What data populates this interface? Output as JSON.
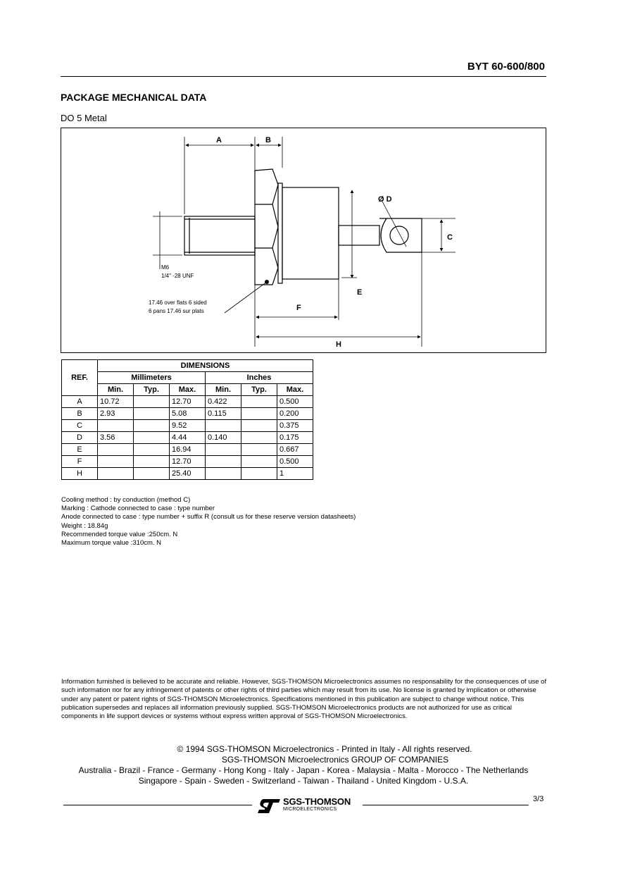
{
  "header": {
    "part_number": "BYT 60-600/800"
  },
  "section": {
    "title": "PACKAGE MECHANICAL DATA",
    "package": "DO 5 Metal"
  },
  "drawing": {
    "dim_a": "A",
    "dim_b": "B",
    "dim_c": "C",
    "dim_d": "Ø D",
    "dim_e": "E",
    "dim_f": "F",
    "dim_h": "H",
    "thread_1": "M6",
    "thread_2": "1/4\" -28 UNF",
    "flats_1": "17.46 over flats 6 sided",
    "flats_2": "6 pans 17.46 sur plats"
  },
  "table": {
    "ref_header": "REF.",
    "dimensions_header": "DIMENSIONS",
    "mm_header": "Millimeters",
    "in_header": "Inches",
    "min": "Min.",
    "typ": "Typ.",
    "max": "Max.",
    "rows": [
      {
        "ref": "A",
        "mm_min": "10.72",
        "mm_typ": "",
        "mm_max": "12.70",
        "in_min": "0.422",
        "in_typ": "",
        "in_max": "0.500"
      },
      {
        "ref": "B",
        "mm_min": "2.93",
        "mm_typ": "",
        "mm_max": "5.08",
        "in_min": "0.115",
        "in_typ": "",
        "in_max": "0.200"
      },
      {
        "ref": "C",
        "mm_min": "",
        "mm_typ": "",
        "mm_max": "9.52",
        "in_min": "",
        "in_typ": "",
        "in_max": "0.375"
      },
      {
        "ref": "D",
        "mm_min": "3.56",
        "mm_typ": "",
        "mm_max": "4.44",
        "in_min": "0.140",
        "in_typ": "",
        "in_max": "0.175"
      },
      {
        "ref": "E",
        "mm_min": "",
        "mm_typ": "",
        "mm_max": "16.94",
        "in_min": "",
        "in_typ": "",
        "in_max": "0.667"
      },
      {
        "ref": "F",
        "mm_min": "",
        "mm_typ": "",
        "mm_max": "12.70",
        "in_min": "",
        "in_typ": "",
        "in_max": "0.500"
      },
      {
        "ref": "H",
        "mm_min": "",
        "mm_typ": "",
        "mm_max": "25.40",
        "in_min": "",
        "in_typ": "",
        "in_max": "1"
      }
    ]
  },
  "notes": {
    "cooling": "Cooling method : by conduction (method C)",
    "marking": "Marking : Cathode connected to case : type number",
    "anode": "Anode connected to case : type number + suffix R (consult us for these reserve version datasheets)",
    "weight": "Weight : 18.84g",
    "torque_rec": "Recommended torque value :250cm. N",
    "torque_max": "Maximum torque value :310cm. N"
  },
  "disclaimer": "Information furnished is believed to be accurate and reliable. However, SGS-THOMSON Microelectronics assumes no responsability for the consequences of use of such information nor for any infringement of patents or other rights of third parties which may result from its use. No license is granted by implication or otherwise under any patent or patent rights of SGS-THOMSON Microelectronics. Specifications mentioned in this publication are subject to change without notice. This publication supersedes and replaces all information previously supplied. SGS-THOMSON Microelectronics products are not authorized for use as critical components in life support devices or systems without express written approval of SGS-THOMSON Microelectronics.",
  "footer": {
    "copyright": "© 1994 SGS-THOMSON Microelectronics - Printed in Italy - All rights reserved.",
    "group": "SGS-THOMSON Microelectronics GROUP OF COMPANIES",
    "countries_1": "Australia - Brazil - France - Germany - Hong Kong - Italy - Japan - Korea - Malaysia - Malta - Morocco - The Netherlands",
    "countries_2": "Singapore - Spain - Sweden - Switzerland - Taiwan - Thailand - United Kingdom - U.S.A.",
    "logo_name": "SGS-THOMSON",
    "logo_sub": "MICROELECTRONICS",
    "page": "3/3"
  }
}
